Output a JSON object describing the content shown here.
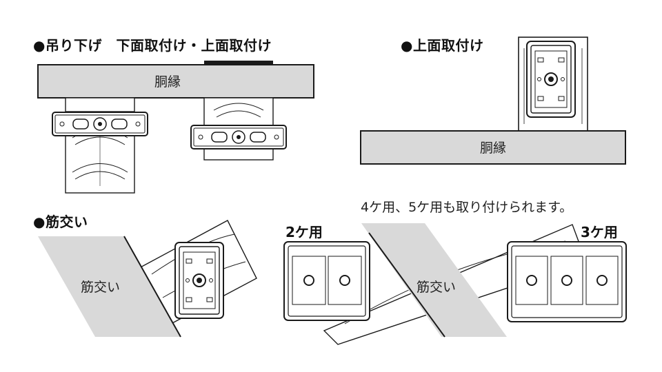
{
  "sections": {
    "hanging": {
      "title": "●吊り下げ　下面取付け・上面取付け",
      "beam_label": "胴縁"
    },
    "top_mount": {
      "title": "●上面取付け",
      "beam_label": "胴縁"
    },
    "brace": {
      "title": "●筋交い",
      "brace_label_1": "筋交い",
      "brace_label_2": "筋交い"
    }
  },
  "note": "4ケ用、5ケ用も取り付けられます。",
  "gang_labels": {
    "two": "2ケ用",
    "three": "3ケ用"
  },
  "colors": {
    "beam_fill": "#d9d9d9",
    "line": "#1a1a1a",
    "box_fill": "#ffffff"
  }
}
